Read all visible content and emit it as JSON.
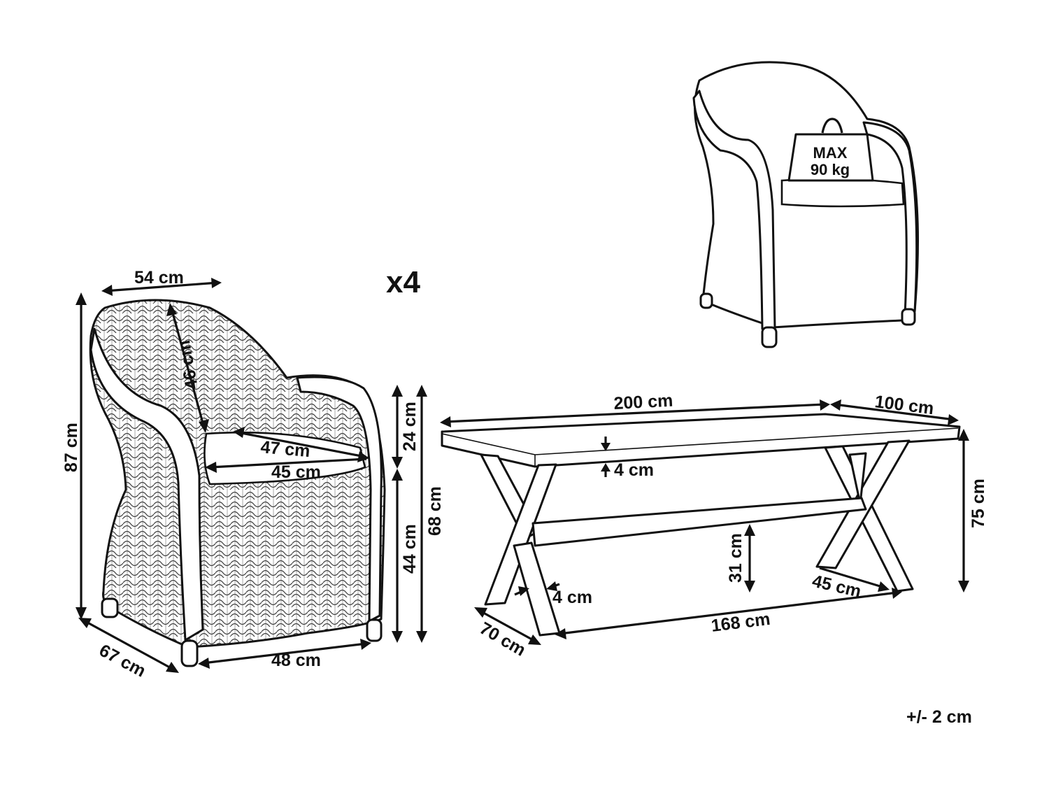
{
  "chair": {
    "quantity": "x4",
    "dims": {
      "width_top": "54 cm",
      "height_total": "87 cm",
      "backrest_depth": "46 cm",
      "seat_depth": "47 cm",
      "seat_width": "45 cm",
      "armrest_height": "24 cm",
      "seat_height": "44 cm",
      "arm_height_total": "68 cm",
      "depth": "67 cm",
      "base_width": "48 cm"
    }
  },
  "load": {
    "line1": "MAX",
    "line2": "90 kg"
  },
  "table": {
    "dims": {
      "length": "200 cm",
      "width": "100 cm",
      "top_thickness": "4 cm",
      "height": "75 cm",
      "stretcher_height": "31 cm",
      "leg_thickness": "4 cm",
      "leg_span": "45 cm",
      "leg_depth": "70 cm",
      "leg_distance": "168 cm"
    }
  },
  "tolerance": "+/- 2 cm"
}
